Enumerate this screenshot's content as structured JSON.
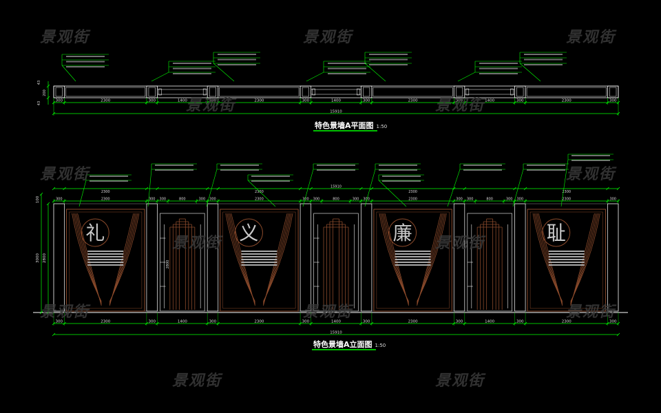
{
  "watermark": "景观街",
  "plan": {
    "title": "特色景墙A平面图",
    "scale": "1:50",
    "dims": [
      "300",
      "2300",
      "300",
      "1400",
      "300",
      "2300",
      "300",
      "1400",
      "300",
      "2300",
      "300",
      "1400",
      "300",
      "2300",
      "300"
    ],
    "total": "15910",
    "side_dims": [
      "200",
      "43",
      "43"
    ]
  },
  "elevation": {
    "title": "特色景墙A立面图",
    "scale": "1:50",
    "characters": [
      "礼",
      "义",
      "廉",
      "耻"
    ],
    "top_dims": [
      "300",
      "2300",
      "300",
      "300",
      "800",
      "300",
      "300",
      "2300",
      "300",
      "300",
      "800",
      "300",
      "300",
      "2300",
      "300",
      "300",
      "800",
      "300",
      "300",
      "2300",
      "300"
    ],
    "bottom_dims": [
      "300",
      "2300",
      "300",
      "1400",
      "300",
      "2300",
      "300",
      "1400",
      "300",
      "2300",
      "300",
      "1400",
      "300",
      "2300",
      "300"
    ],
    "total": "15910",
    "side_dims": [
      "3000",
      "2800",
      "100"
    ],
    "inner_height": "2800",
    "gate_top": "15910"
  },
  "colors": {
    "background": "#000000",
    "line": "#ffffff",
    "dimension": "#00ff00",
    "leader": "#00ff00",
    "panel": "#8b4a2b",
    "character": "#c8c8c8"
  }
}
